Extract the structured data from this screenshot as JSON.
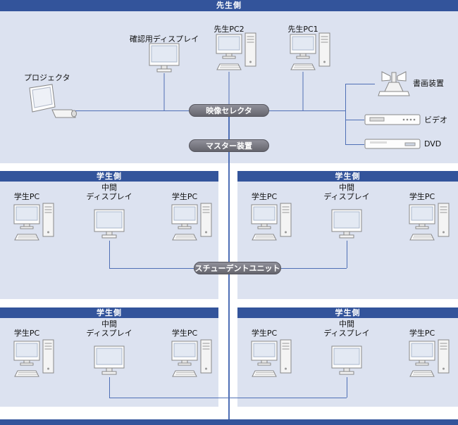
{
  "colors": {
    "header_bar": "#33549b",
    "panel_bg": "#dce2f0",
    "pill_bg": "#73737b",
    "wire": "#4f6fb5"
  },
  "teacher": {
    "header": "先生側",
    "projector_label": "プロジェクタ",
    "monitor_label": "確認用ディスプレイ",
    "pc2_label": "先生PC2",
    "pc1_label": "先生PC1",
    "doccam_label": "書画装置",
    "video_label": "ビデオ",
    "dvd_label": "DVD",
    "selector_label": "映像セレクタ",
    "master_label": "マスター装置"
  },
  "student_unit_label": "スチューデントユニット",
  "sections": [
    {
      "header": "学生側",
      "pc_left": "学生PC",
      "display_line1": "中間",
      "display_line2": "ディスプレイ",
      "pc_right": "学生PC"
    },
    {
      "header": "学生側",
      "pc_left": "学生PC",
      "display_line1": "中間",
      "display_line2": "ディスプレイ",
      "pc_right": "学生PC"
    },
    {
      "header": "学生側",
      "pc_left": "学生PC",
      "display_line1": "中間",
      "display_line2": "ディスプレイ",
      "pc_right": "学生PC"
    },
    {
      "header": "学生側",
      "pc_left": "学生PC",
      "display_line1": "中間",
      "display_line2": "ディスプレイ",
      "pc_right": "学生PC"
    }
  ]
}
